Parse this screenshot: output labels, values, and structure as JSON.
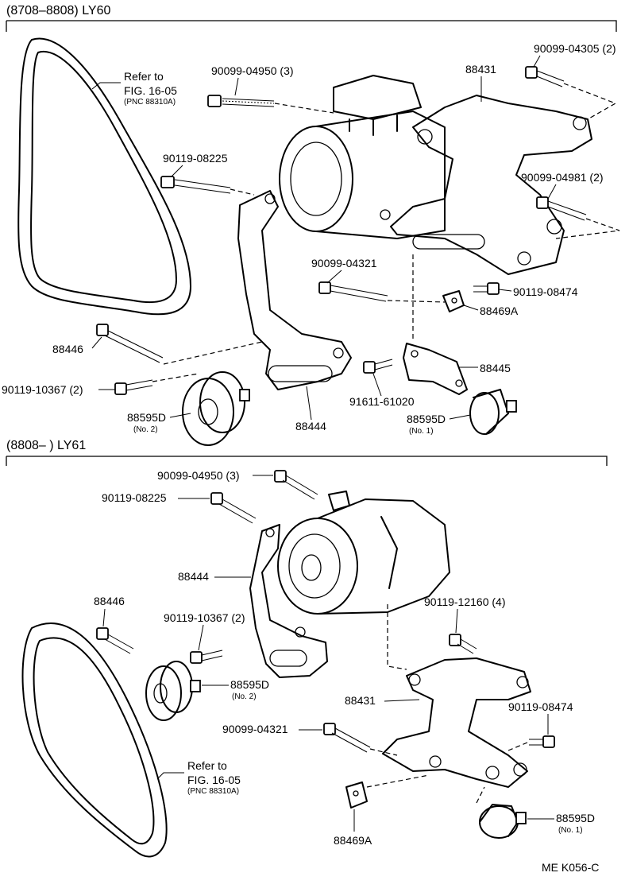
{
  "section1": {
    "header": "(8708–8808) LY60",
    "refer_line1": "Refer to",
    "refer_line2": "FIG. 16-05",
    "refer_pnc": "(PNC 88310A)",
    "labels": {
      "p_90099_04950": "90099-04950 (3)",
      "p_90099_04305": "90099-04305 (2)",
      "p_88431": "88431",
      "p_90119_08225": "90119-08225",
      "p_90099_04981": "90099-04981 (2)",
      "p_90099_04321": "90099-04321",
      "p_90119_08474": "90119-08474",
      "p_88469a": "88469A",
      "p_88446": "88446",
      "p_90119_10367": "90119-10367 (2)",
      "p_88445": "88445",
      "p_91611_61020": "91611-61020",
      "p_88595d_a": "88595D",
      "p_88595d_a_sub": "(No. 2)",
      "p_88444": "88444",
      "p_88595d_b": "88595D",
      "p_88595d_b_sub": "(No. 1)"
    }
  },
  "section2": {
    "header": "(8808–        ) LY61",
    "refer_line1": "Refer to",
    "refer_line2": "FIG. 16-05",
    "refer_pnc": "(PNC 88310A)",
    "labels": {
      "p_90099_04950": "90099-04950 (3)",
      "p_90119_08225": "90119-08225",
      "p_88444": "88444",
      "p_88446": "88446",
      "p_90119_10367": "90119-10367 (2)",
      "p_90119_12160": "90119-12160 (4)",
      "p_88595d_a": "88595D",
      "p_88595d_a_sub": "(No. 2)",
      "p_88431": "88431",
      "p_90119_08474": "90119-08474",
      "p_90099_04321": "90099-04321",
      "p_88469a": "88469A",
      "p_88595d_b": "88595D",
      "p_88595d_b_sub": "(No. 1)"
    }
  },
  "footer_code": "ME  K056-C"
}
